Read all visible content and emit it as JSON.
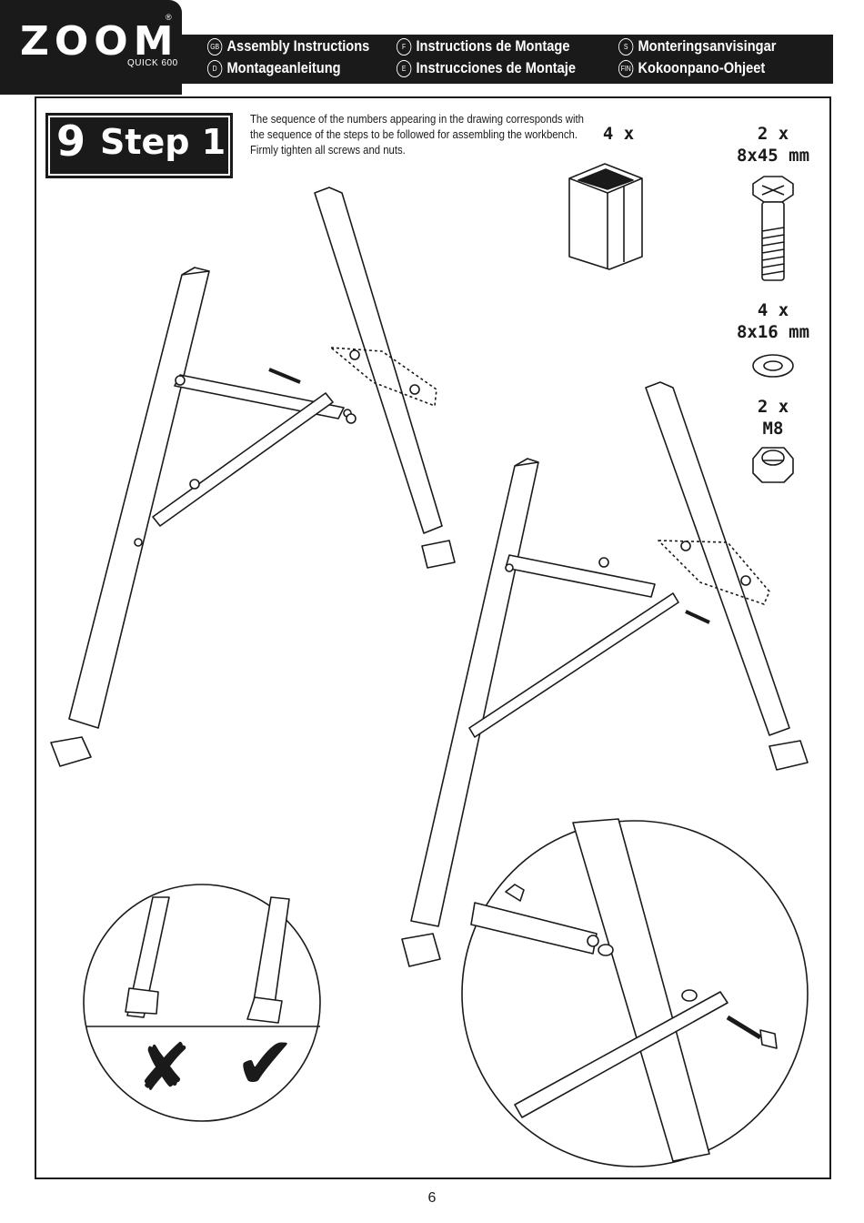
{
  "brand": {
    "logo_text": "ZOOM",
    "registered_mark": "®",
    "model": "QUICK 600"
  },
  "languages": [
    {
      "code": "GB",
      "label": "Assembly Instructions"
    },
    {
      "code": "D",
      "label": "Montageanleitung"
    },
    {
      "code": "F",
      "label": "Instructions de Montage"
    },
    {
      "code": "E",
      "label": "Instrucciones de Montaje"
    },
    {
      "code": "S",
      "label": "Monteringsanvisingar"
    },
    {
      "code": "FIN",
      "label": "Kokoonpano-Ohjeet"
    }
  ],
  "step": {
    "number": "9",
    "title": "Step 1",
    "instruction_lines": [
      "The sequence of the numbers appearing in the drawing corresponds with",
      "the sequence of the steps to be followed for assembling the workbench.",
      "Firmly tighten all screws and nuts."
    ]
  },
  "parts": {
    "feet_qty": "4 x",
    "bolt_qty": "2 x",
    "bolt_size": "8x45 mm",
    "washer_qty": "4 x",
    "washer_size": "8x16 mm",
    "nut_qty": "2 x",
    "nut_size": "M8"
  },
  "symbols": {
    "wrong": "✘",
    "right": "✔"
  },
  "page_number": "6"
}
